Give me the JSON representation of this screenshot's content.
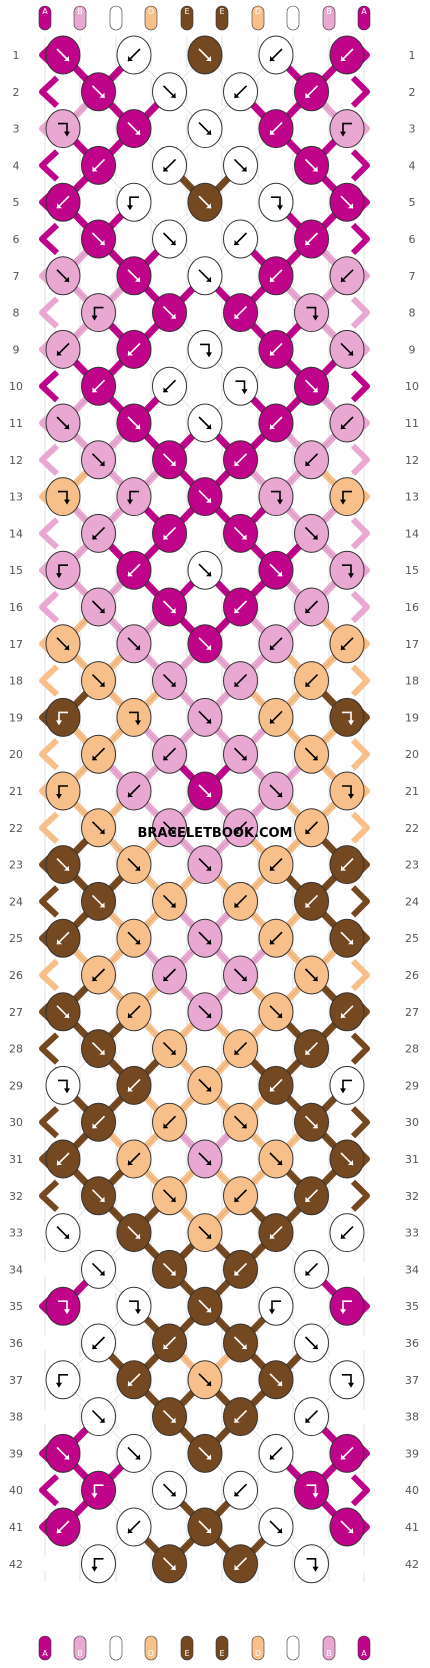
{
  "top_letters": [
    "A",
    "B",
    "C",
    "D",
    "E",
    "E",
    "D",
    "C",
    "B",
    "A"
  ],
  "bottom_letters": [
    "A",
    "B",
    "C",
    "D",
    "E",
    "E",
    "D",
    "C",
    "B",
    "A"
  ],
  "row_numbers": [
    "1",
    "2",
    "3",
    "4",
    "5",
    "6",
    "7",
    "8",
    "9",
    "10",
    "11",
    "12",
    "13",
    "14",
    "15",
    "16",
    "17",
    "18",
    "19",
    "20",
    "21",
    "22",
    "23",
    "24",
    "25",
    "26",
    "27",
    "28",
    "29",
    "30",
    "31",
    "32",
    "33",
    "34",
    "35",
    "36",
    "37",
    "38",
    "39",
    "40",
    "41",
    "42"
  ],
  "watermark": "BRACELETBOOK.COM",
  "colors": {
    "A": "#c0048a",
    "B": "#e8a8d2",
    "C": "#ffffff",
    "D": "#f7c08a",
    "E": "#744820",
    "outline": "#333333",
    "grid": "#cccccc"
  },
  "knot_arrows": {
    "R": "down-right",
    "L": "down-left",
    "r": "right-then-down",
    "l": "left-then-down"
  },
  "knot_rows": [
    {
      "colors": "ACECA",
      "arrows": "RLRLL"
    },
    {
      "colors": "ACCA",
      "arrows": "RRLL"
    },
    {
      "colors": "BACAB",
      "arrows": "rRRLl"
    },
    {
      "colors": "ACCA",
      "arrows": "LLRR"
    },
    {
      "colors": "ACECA",
      "arrows": "LlRrR"
    },
    {
      "colors": "ACCA",
      "arrows": "RRLL"
    },
    {
      "colors": "BACAB",
      "arrows": "RRRLL"
    },
    {
      "colors": "BAAB",
      "arrows": "lRLr"
    },
    {
      "colors": "BACAB",
      "arrows": "LLrLR"
    },
    {
      "colors": "ACCA",
      "arrows": "LLrR"
    },
    {
      "colors": "BACAB",
      "arrows": "RRRLL"
    },
    {
      "colors": "BAAB",
      "arrows": "RRLL"
    },
    {
      "colors": "DBABD",
      "arrows": "rlRrl"
    },
    {
      "colors": "BAAB",
      "arrows": "LLRR"
    },
    {
      "colors": "BACAB",
      "arrows": "lLRRr"
    },
    {
      "colors": "BAAB",
      "arrows": "RRLL"
    },
    {
      "colors": "DBABD",
      "arrows": "RRRLL"
    },
    {
      "colors": "DBBD",
      "arrows": "RRLL"
    },
    {
      "colors": "EDBDE",
      "arrows": "lrRLr"
    },
    {
      "colors": "DBBD",
      "arrows": "LLRR"
    },
    {
      "colors": "DBABD",
      "arrows": "lLRRr"
    },
    {
      "colors": "DBBD",
      "arrows": "RRLL"
    },
    {
      "colors": "EDBDE",
      "arrows": "RRRLL"
    },
    {
      "colors": "EDDE",
      "arrows": "RRLL"
    },
    {
      "colors": "EDBDE",
      "arrows": "LRRLR"
    },
    {
      "colors": "DBBD",
      "arrows": "LLRR"
    },
    {
      "colors": "EDBDE",
      "arrows": "RLRRL"
    },
    {
      "colors": "EDDE",
      "arrows": "RRLL"
    },
    {
      "colors": "CEDEC",
      "arrows": "rLRLl"
    },
    {
      "colors": "EDDE",
      "arrows": "LLRR"
    },
    {
      "colors": "EDBDE",
      "arrows": "LLRRR"
    },
    {
      "colors": "EDDE",
      "arrows": "RRLL"
    },
    {
      "colors": "CEDEC",
      "arrows": "RRRLL"
    },
    {
      "colors": "CEEC",
      "arrows": "RRLL"
    },
    {
      "colors": "ACECA",
      "arrows": "rrRll"
    },
    {
      "colors": "CEEC",
      "arrows": "LLRR"
    },
    {
      "colors": "CEDEC",
      "arrows": "lLRRr"
    },
    {
      "colors": "CEEC",
      "arrows": "RRLL"
    },
    {
      "colors": "ACECA",
      "arrows": "RRRLL"
    },
    {
      "colors": "ACCA",
      "arrows": "lRLr"
    },
    {
      "colors": "ACECA",
      "arrows": "LLRRR"
    },
    {
      "colors": "CEEC",
      "arrows": "lRLr"
    }
  ]
}
